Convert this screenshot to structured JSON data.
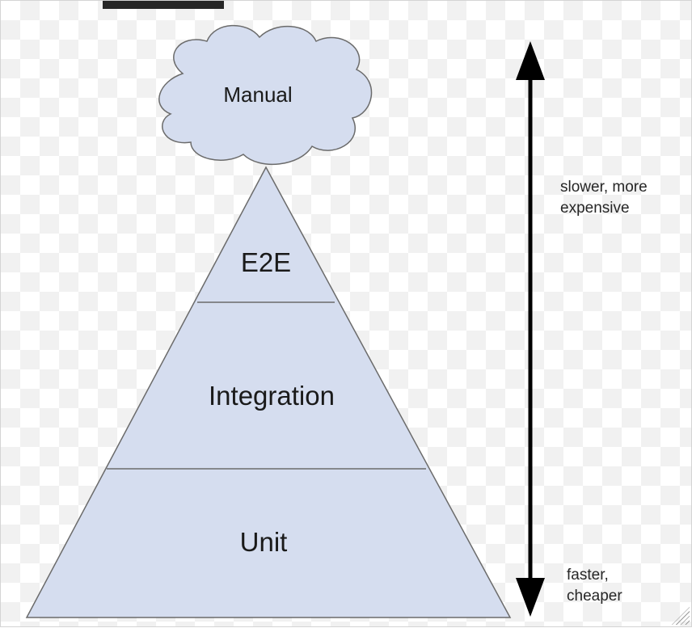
{
  "levels": {
    "manual": "Manual",
    "e2e": "E2E",
    "integration": "Integration",
    "unit": "Unit"
  },
  "axis": {
    "top_line1": "slower, more",
    "top_line2": "expensive",
    "bottom_line1": "faster,",
    "bottom_line2": "cheaper"
  },
  "colors": {
    "fill": "#d5ddef",
    "stroke": "#6b6b6b",
    "arrow": "#000000"
  }
}
